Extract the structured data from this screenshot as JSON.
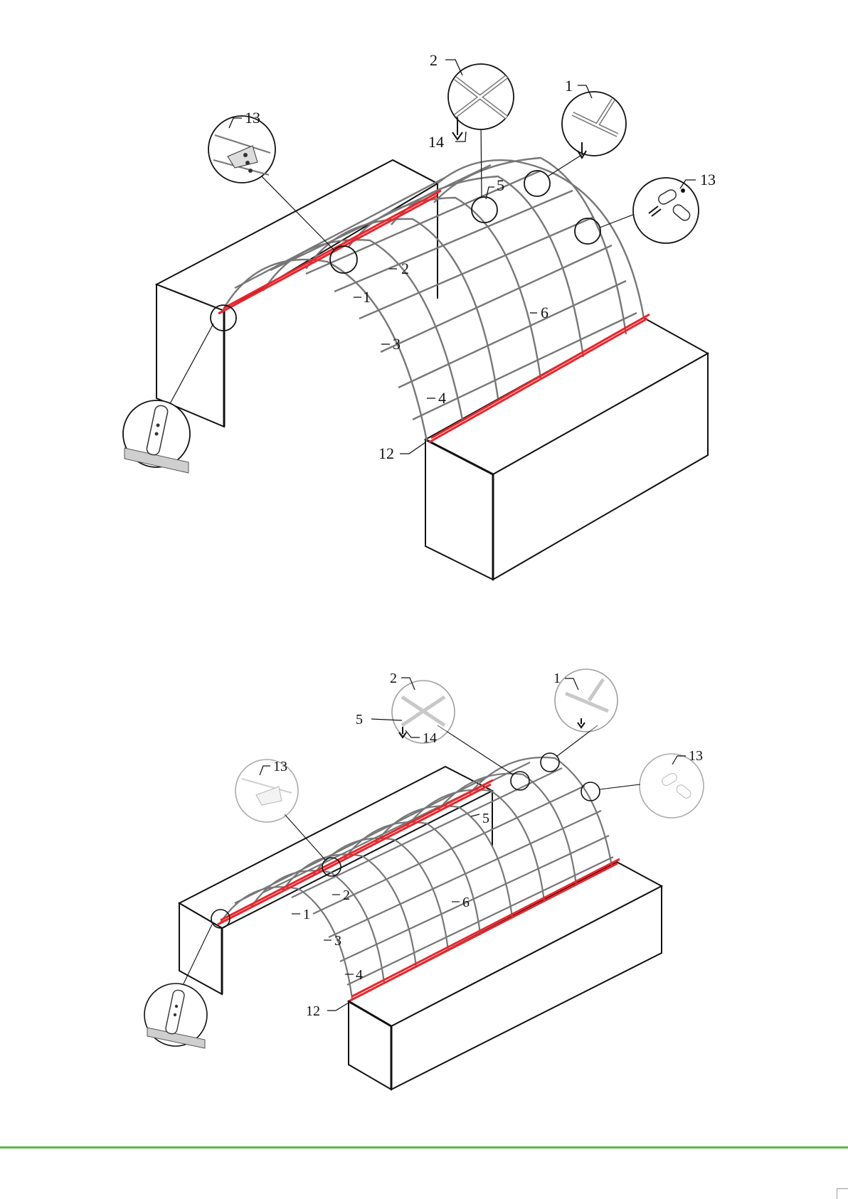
{
  "figure_top": {
    "labels": {
      "l2": "2",
      "l1": "1",
      "l13a": "13",
      "l13b": "13",
      "l14": "14",
      "l5": "5",
      "p2": "2",
      "p1": "1",
      "p3": "3",
      "p4": "4",
      "p6": "6",
      "p12": "12"
    }
  },
  "figure_bottom": {
    "labels": {
      "l2": "2",
      "l1": "1",
      "l5": "5",
      "l14": "14",
      "l13a": "13",
      "l13b": "13",
      "p5": "5",
      "p2": "2",
      "p1": "1",
      "p6": "6",
      "p3": "3",
      "p4": "4",
      "p12": "12"
    }
  },
  "colors": {
    "frame": "#777777",
    "block_edge": "#111111",
    "base_rail": "#e8262d",
    "footer_rule": "#5ab946"
  }
}
